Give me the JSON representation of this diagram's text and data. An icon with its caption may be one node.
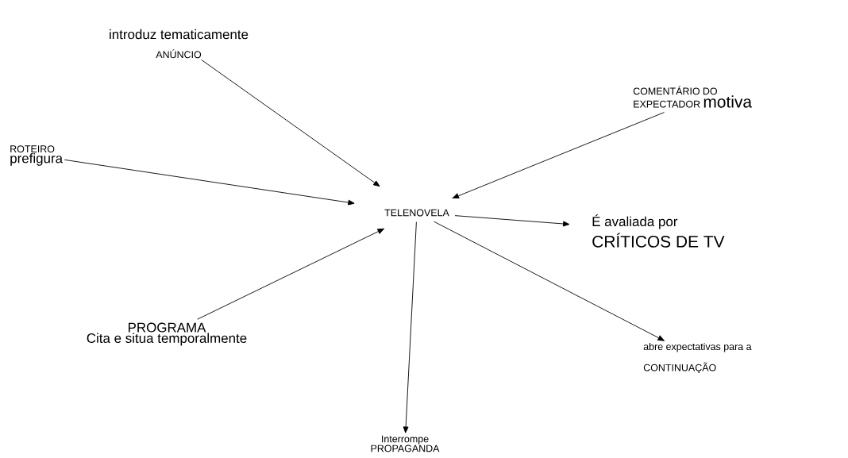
{
  "diagram": {
    "nodes": [
      {
        "text": [
          "introduz tematicamente",
          "ANÚNCIO"
        ]
      },
      {
        "text": [
          "ROTEIRO",
          "prefigura"
        ]
      },
      {
        "text": [
          "PROGRAMA",
          "Cita e situa temporalmente"
        ]
      },
      {
        "text": [
          "TELENOVELA"
        ]
      },
      {
        "text": [
          "COMENTÁRIO DO EXPECTADOR",
          "motiva"
        ]
      },
      {
        "text": [
          "É avaliada por",
          "CRÍTICOS DE TV"
        ]
      },
      {
        "text": [
          "abre expectativas para a",
          "CONTINUAÇÃO"
        ]
      },
      {
        "text": [
          "Interrompe",
          "PROPAGANDA"
        ]
      }
    ],
    "edges": [
      {
        "from": 0,
        "to": 3,
        "arrow": "to"
      },
      {
        "from": 1,
        "to": 3,
        "arrow": "to"
      },
      {
        "from": 2,
        "to": 3,
        "arrow": "to"
      },
      {
        "from": 4,
        "to": 3,
        "arrow": "to"
      },
      {
        "from": 3,
        "to": 5,
        "arrow": "to"
      },
      {
        "from": 3,
        "to": 6,
        "arrow": "to"
      },
      {
        "from": 3,
        "to": 7,
        "arrow": "to"
      }
    ]
  }
}
